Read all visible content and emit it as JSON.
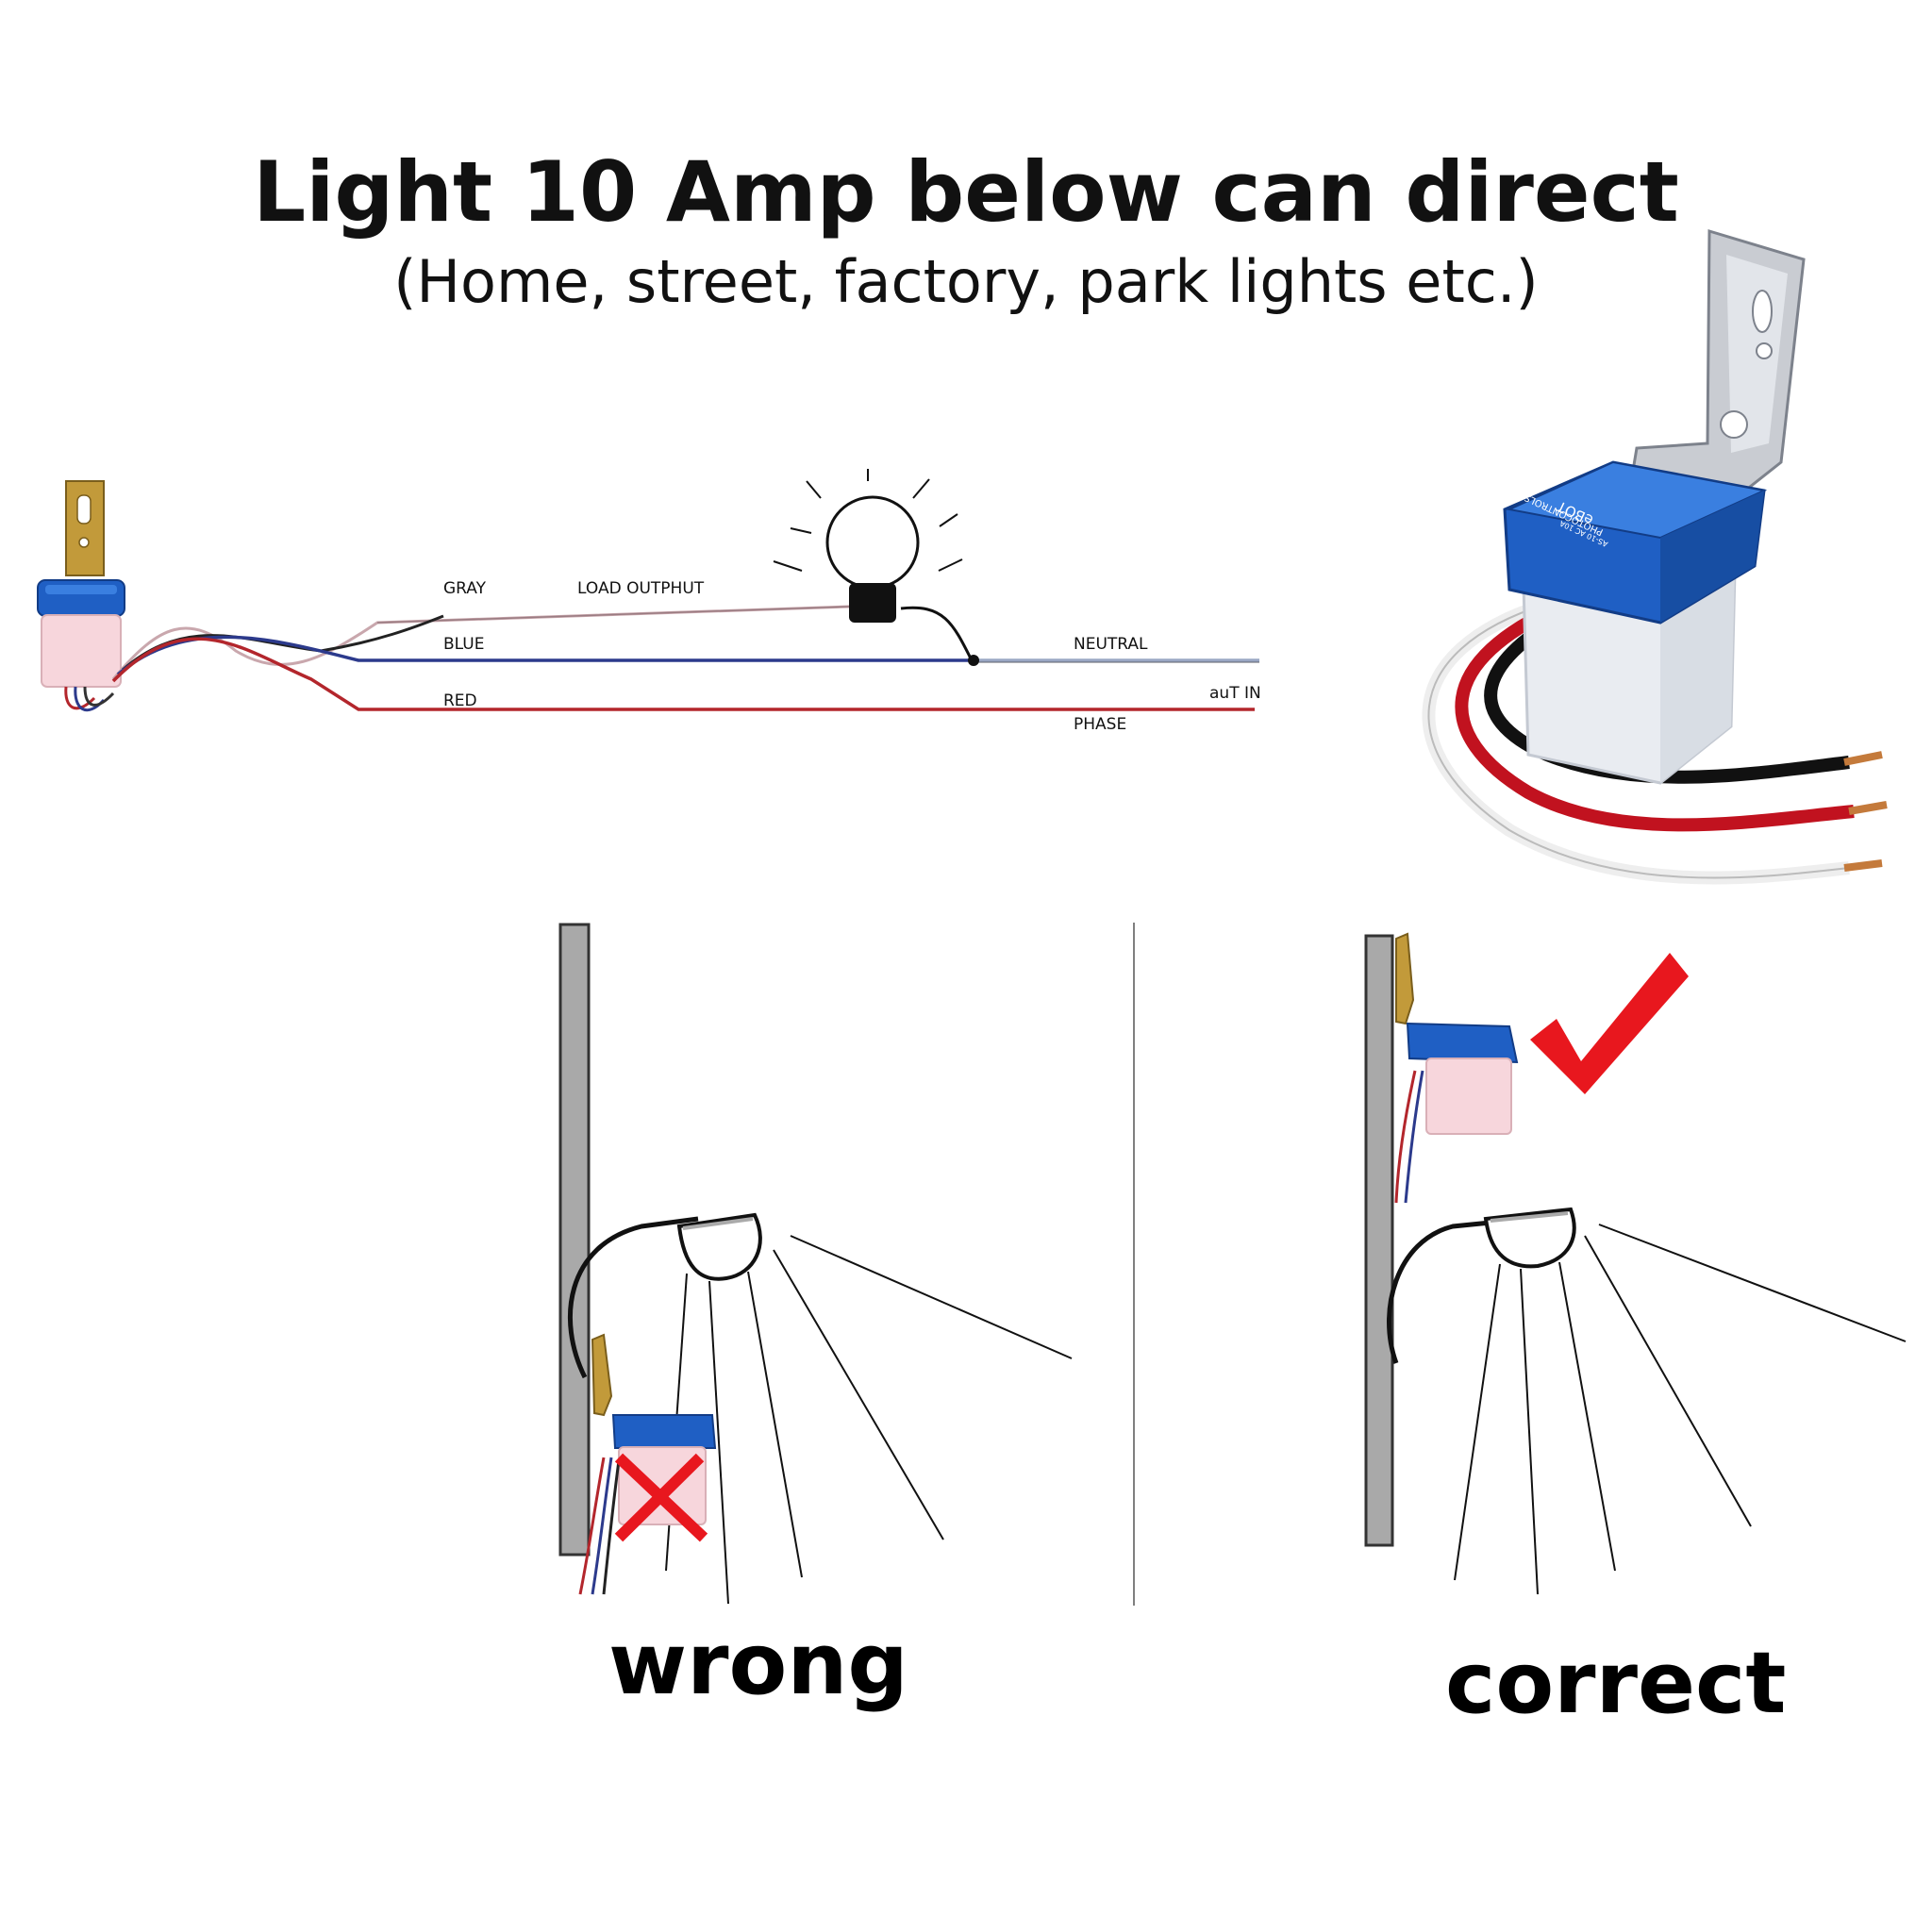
{
  "header": {
    "title": "Light 10 Amp below can direct",
    "subtitle": "(Home, street, factory, park lights etc.)"
  },
  "wiring": {
    "labels": {
      "gray": "GRAY",
      "load_output": "LOAD OUTPHUT",
      "blue": "BLUE",
      "neutral": "NEUTRAL",
      "red": "RED",
      "aut_in": "auT IN",
      "phase": "PHASE"
    }
  },
  "product": {
    "brand": "eBOT",
    "model": "PHOTOCONTROLS",
    "spec_line": "AS-10 AC 10A"
  },
  "comparison": {
    "wrong_label": "wrong",
    "correct_label": "correct"
  },
  "colors": {
    "sensor_blue": "#1f5fc4",
    "wrong_mark": "#e8171e",
    "correct_mark": "#e8171e",
    "wall_gray": "#a9a9a9",
    "wire_red": "#b3262c",
    "wire_blue": "#2c3a8c",
    "wire_gray": "#c9a7ad"
  }
}
